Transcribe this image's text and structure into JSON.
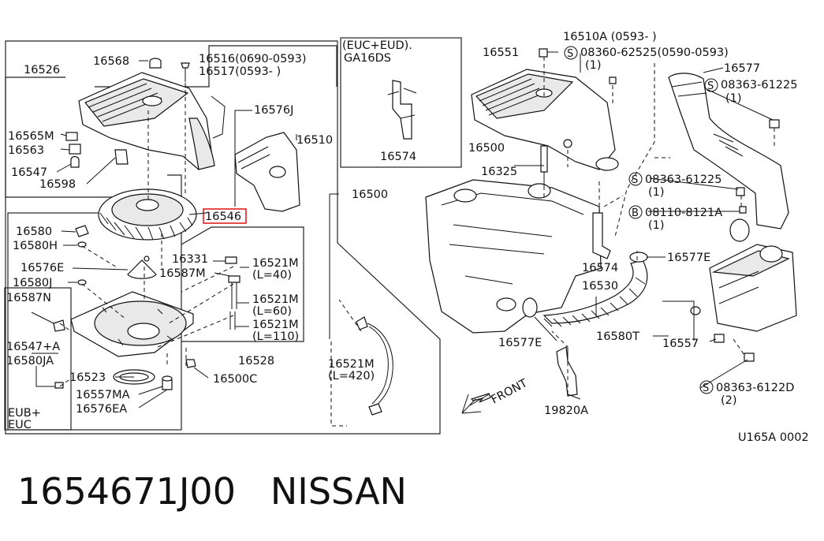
{
  "labels": {
    "l16526": "16526",
    "l16568": "16568",
    "l16516": "16516(0690-0593)",
    "l16517": "16517(0593-    )",
    "l16565M": "16565M",
    "l16563": "16563",
    "l16547": "16547",
    "l16598": "16598",
    "l16546": "16546",
    "l16576J": "16576J",
    "l16510": "16510",
    "l16500main": "16500",
    "l16580": "16580",
    "l16580H": "16580H",
    "l16576E": "16576E",
    "l16580J": "16580J",
    "l16587N": "16587N",
    "l16547A": "16547+A",
    "l16580JA": "16580JA",
    "l16523": "16523",
    "l16557MA": "16557MA",
    "l16576EA": "16576EA",
    "lEUB": "EUB+",
    "lEUC": "EUC",
    "l16331": "16331",
    "l16587M": "16587M",
    "l16521M40a": "16521M",
    "l16521M40b": "(L=40)",
    "l16521M60a": "16521M",
    "l16521M60b": "(L=60)",
    "l16521M110a": "16521M",
    "l16521M110b": "(L=110)",
    "l16528": "16528",
    "l16500C": "16500C",
    "l16521M420a": "16521M",
    "l16521M420b": "(L=420)",
    "inset1": "(EUC+EUD).",
    "inset2": "GA16DS",
    "l16574inset": "16574",
    "l16551": "16551",
    "l16510A": "16510A (0593-      )",
    "l08360": "08360-62525(0590-0593)",
    "l08360q": "(1)",
    "l16577": "16577",
    "l08363a": "08363-61225",
    "l08363aq": "(1)",
    "l16500r": "16500",
    "l16325": "16325",
    "l08363b": "08363-61225",
    "l08363bq": "(1)",
    "l08110": "08110-8121A",
    "l08110q": "(1)",
    "l16574r": "16574",
    "l16577E": "16577E",
    "l16530": "16530",
    "l16577Eb": "16577E",
    "l16580T": "16580T",
    "l16557": "16557",
    "l08363c": "08363-6122D",
    "l08363cq": "(2)",
    "l19820A": "19820A",
    "front": "FRONT",
    "ref": "U165A 0002",
    "sym_S": "S",
    "sym_B": "B"
  },
  "caption": {
    "part_number": "1654671J00",
    "brand": "NISSAN"
  }
}
